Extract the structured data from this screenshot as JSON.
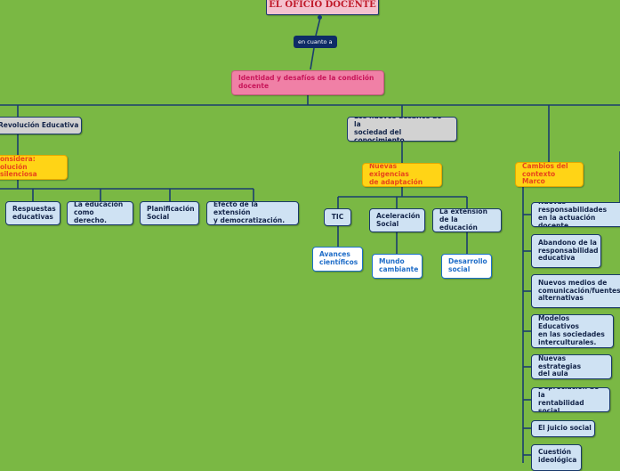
{
  "root": {
    "title": "EL OFICIO DOCENTE"
  },
  "connector": {
    "label": "en cuanto a"
  },
  "main": {
    "label": "Identidad y desafíos de la condición\ndocente"
  },
  "left": {
    "branch": "Revolución Educativa",
    "sub": "onsidera:\nolución silenciosa",
    "items": [
      "Respuestas\neducativas",
      "La educación\ncomo derecho.",
      "Planificación\nSocial",
      "Efecto de la extensión\ny democratización."
    ]
  },
  "center": {
    "branch": "Los nuevos desafíos de la\nsociedad del conocimiento.",
    "sub": "Nuevas exigencias\nde adaptación",
    "items": [
      "TIC",
      "Aceleración\nSocial",
      "La extensión\nde la educación"
    ],
    "leaves": [
      "Avances\ncientíficos",
      "Mundo\ncambiante",
      "Desarrollo\nsocial"
    ]
  },
  "right": {
    "sub": "Cambios del\ncontexto Marco",
    "items": [
      "Nuevas responsabilidades\nen la actuación docente",
      "Abandono de la\nresponsabilidad\neducativa",
      "Nuevos medios de\ncomunicación/fuentes\nalternativas",
      "Modelos Educativos\nen las sociedades\ninterculturales.",
      "Nuevas estrategias\ndel aula",
      "Depreciación de la\nrentabilidad social",
      "El juicio social",
      "Cuestión\nideológica"
    ]
  },
  "colors": {
    "background": "#7ab844",
    "line": "#1a3d6e",
    "pink": "#f080a6",
    "yellow": "#ffd416",
    "blue": "#cfe2f3",
    "navy": "#0e2c66"
  }
}
